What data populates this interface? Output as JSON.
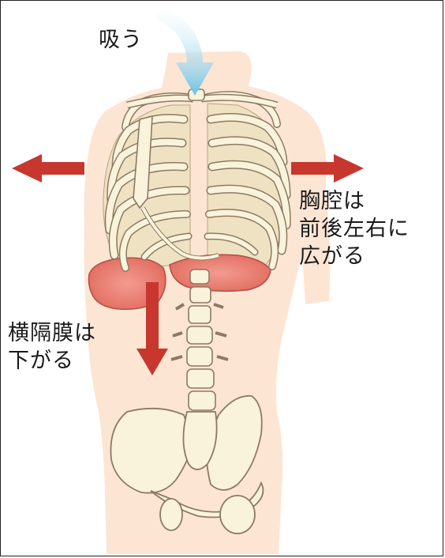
{
  "labels": {
    "inhale": "吸う",
    "chest": [
      "胸腔は",
      "前後左右に",
      "広がる"
    ],
    "diaphragm": [
      "横隔膜は",
      "下がる"
    ]
  },
  "colors": {
    "skin": "#fde5d4",
    "bone": "#faf3dc",
    "bone_outline": "#8c7a63",
    "lung_shade": "#e7d9b8",
    "diaphragm": "#ea7a6f",
    "arrow_red": "#c8372d",
    "arrow_air": "#7cc8e6"
  },
  "icons": {
    "air_arrow": "curved-down-arrow-icon",
    "expansion_arrows": "left-right-arrow-icon",
    "diaphragm_arrow": "down-arrow-icon"
  }
}
